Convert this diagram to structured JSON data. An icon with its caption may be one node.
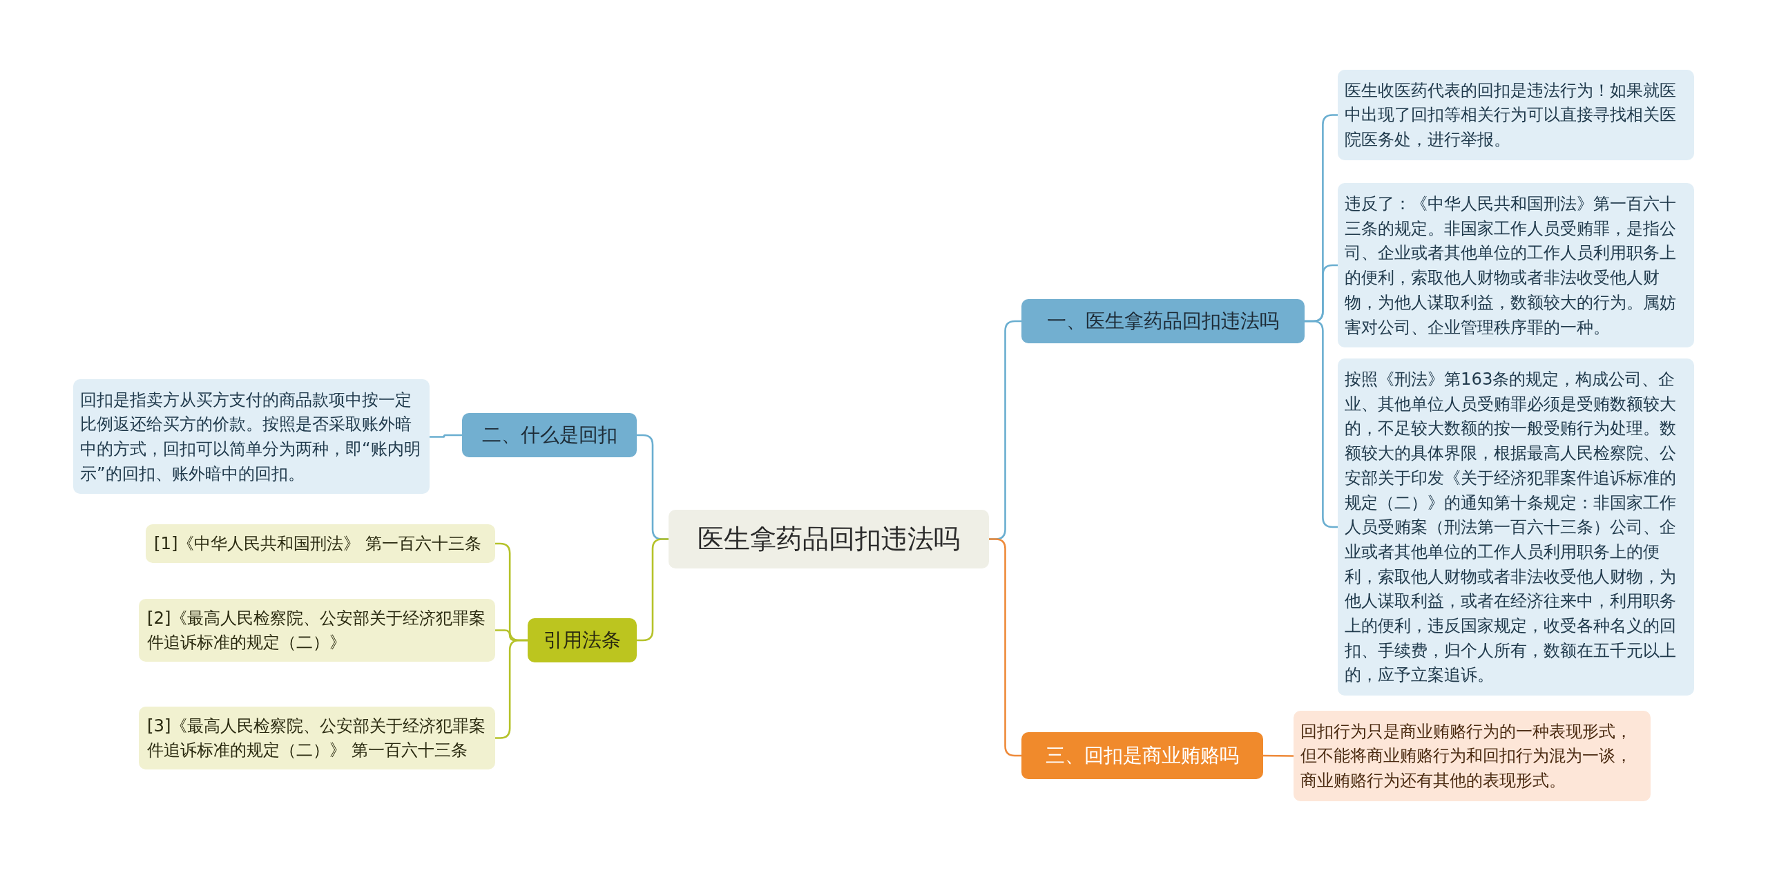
{
  "diagram": {
    "nodes": [
      {
        "text": [
          "医生拿药品回扣违法吗"
        ]
      },
      {
        "text": [
          "一、医生拿药品回扣违法吗"
        ]
      },
      {
        "text": [
          "医生收医药代表的回扣是违法行为！如果就医中出现了回扣等相关行为可以直接寻找相关医院医务处，进行举报。"
        ]
      },
      {
        "text": [
          "违反了：《中华人民共和国刑法》第一百六十三条的规定。非国家工作人员受贿罪，是指公司、企业或者其他单位的工作人员利用职务上的便利，索取他人财物或者非法收受他人财物，为他人谋取利益，数额较大的行为。属妨害对公司、企业管理秩序罪的一种。"
        ]
      },
      {
        "text": [
          "按照《刑法》第163条的规定，构成公司、企业、其他单位人员受贿罪必须是受贿数额较大的，不足较大数额的按一般受贿行为处理。数额较大的具体界限，根据最高人民检察院、公安部关于印发《关于经济犯罪案件追诉标准的规定（二）》的通知第十条规定：非国家工作人员受贿案（刑法第一百六十三条）公司、企业或者其他单位的工作人员利用职务上的便利，索取他人财物或者非法收受他人财物，为他人谋取利益，或者在经济往来中，利用职务上的便利，违反国家规定，收受各种名义的回扣、手续费，归个人所有，数额在五千元以上的，应予立案追诉。"
        ]
      },
      {
        "text": [
          "三、回扣是商业贿赂吗"
        ]
      },
      {
        "text": [
          "回扣行为只是商业贿赂行为的一种表现形式，但不能将商业贿赂行为和回扣行为混为一谈，商业贿赂行为还有其他的表现形式。"
        ]
      },
      {
        "text": [
          "二、什么是回扣"
        ]
      },
      {
        "text": [
          "回扣是指卖方从买方支付的商品款项中按一定比例返还给买方的价款。按照是否采取账外暗中的方式，回扣可以简单分为两种，即“账内明示”的回扣、账外暗中的回扣。"
        ]
      },
      {
        "text": [
          "引用法条"
        ]
      },
      {
        "text": [
          "[1]《中华人民共和国刑法》 第一百六十三条"
        ]
      },
      {
        "text": [
          "[2]《最高人民检察院、公安部关于经济犯罪案件追诉标准的规定（二）》"
        ]
      },
      {
        "text": [
          "[3]《最高人民检察院、公安部关于经济犯罪案件追诉标准的规定（二）》 第一百六十三条"
        ]
      }
    ],
    "edges": [
      {
        "from": 0,
        "to": 1,
        "arrow": "none"
      },
      {
        "from": 1,
        "to": 2,
        "arrow": "none"
      },
      {
        "from": 1,
        "to": 3,
        "arrow": "none"
      },
      {
        "from": 1,
        "to": 4,
        "arrow": "none"
      },
      {
        "from": 0,
        "to": 5,
        "arrow": "none",
        "color": "#ee8a3a"
      },
      {
        "from": 5,
        "to": 6,
        "arrow": "none",
        "color": "#ee8a3a"
      },
      {
        "from": 0,
        "to": 7,
        "arrow": "none"
      },
      {
        "from": 7,
        "to": 8,
        "arrow": "none"
      },
      {
        "from": 0,
        "to": 9,
        "arrow": "none",
        "color": "#b5c22a"
      },
      {
        "from": 9,
        "to": 10,
        "arrow": "none",
        "color": "#b5c22a"
      },
      {
        "from": 9,
        "to": 11,
        "arrow": "none",
        "color": "#b5c22a"
      },
      {
        "from": 9,
        "to": 12,
        "arrow": "none",
        "color": "#b5c22a"
      }
    ]
  }
}
